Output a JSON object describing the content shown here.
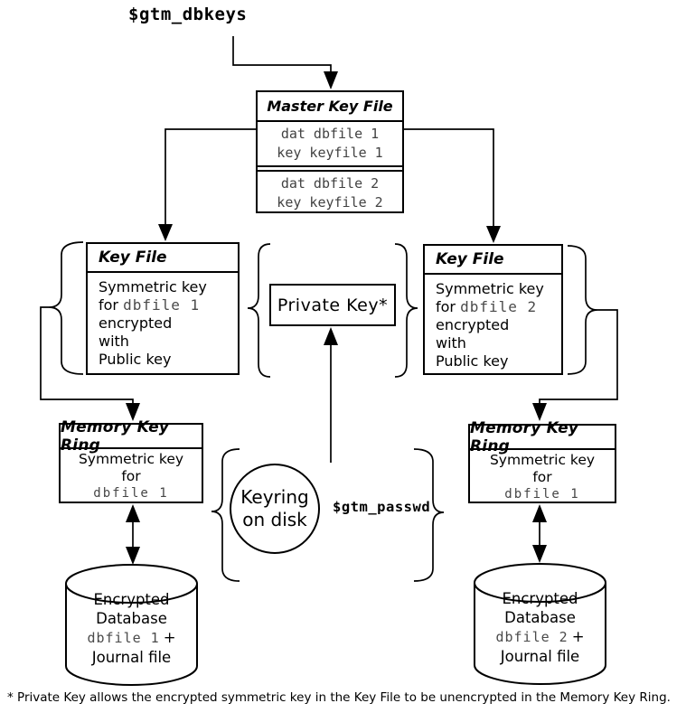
{
  "labels": {
    "gtm_dbkeys": "$gtm_dbkeys",
    "gtm_passwd": "$gtm_passwd",
    "footnote": "* Private Key allows  the encrypted symmetric key in the Key File to be unencrypted in the Memory Key Ring."
  },
  "master_key_file": {
    "title": "Master Key File",
    "rows": [
      {
        "line1": "dat dbfile 1",
        "line2": "key keyfile 1"
      },
      {
        "line1": "dat dbfile 2",
        "line2": "key keyfile 2"
      }
    ]
  },
  "key_file_left": {
    "title": "Key File",
    "line1": "Symmetric key",
    "line2_text": "for ",
    "line2_mono": "dbfile 1",
    "line3": "encrypted",
    "line4": "with",
    "line5": "Public key"
  },
  "key_file_right": {
    "title": "Key File",
    "line1": "Symmetric key",
    "line2_text": "for ",
    "line2_mono": "dbfile 2",
    "line3": "encrypted",
    "line4": "with",
    "line5": "Public key"
  },
  "private_key": {
    "label": "Private Key*"
  },
  "memory_key_ring_left": {
    "title": "Memory Key Ring",
    "line1": "Symmetric key",
    "line2": "for",
    "line3_mono": "dbfile 1"
  },
  "memory_key_ring_right": {
    "title": "Memory Key Ring",
    "line1": "Symmetric key",
    "line2": "for",
    "line3_mono": "dbfile 1"
  },
  "keyring_disk": {
    "line1": "Keyring",
    "line2": "on disk"
  },
  "database_left": {
    "line1": "Encrypted",
    "line2": "Database",
    "line3_mono": "dbfile 1",
    "line3_suffix": "+",
    "line4": "Journal file"
  },
  "database_right": {
    "line1": "Encrypted",
    "line2": "Database",
    "line3_mono": "dbfile 2",
    "line3_suffix": "+",
    "line4": "Journal file"
  },
  "colors": {
    "line": "#000000",
    "background": "#ffffff",
    "mono_text": "#4a4a4a"
  }
}
